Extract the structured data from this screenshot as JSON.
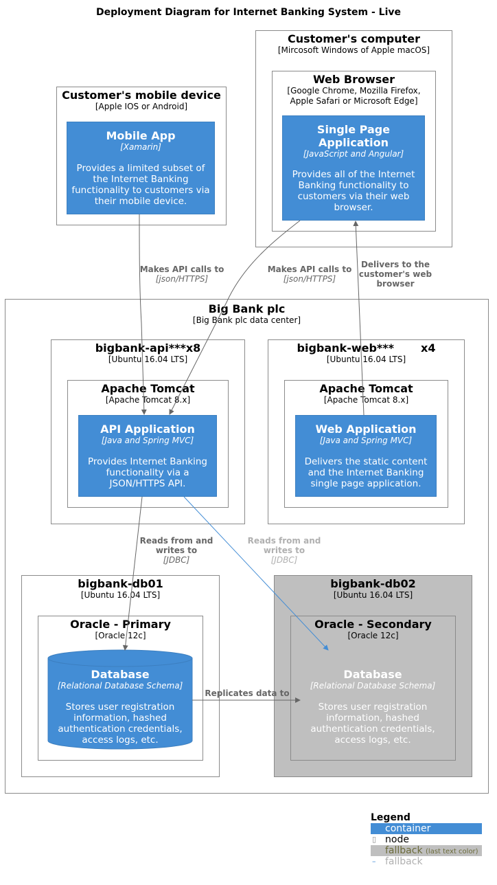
{
  "title": "Deployment Diagram for Internet Banking System - Live",
  "nodes": {
    "customer_computer": {
      "title": "Customer's computer",
      "tech": "[Mircosoft Windows of Apple macOS]"
    },
    "web_browser": {
      "title": "Web Browser",
      "tech1": "[Google Chrome, Mozilla Firefox,",
      "tech2": "Apple Safari or Microsoft Edge]"
    },
    "mobile_device": {
      "title": "Customer's mobile device",
      "tech": "[Apple IOS or Android]"
    },
    "big_bank": {
      "title": "Big Bank plc",
      "tech": "[Big Bank plc data center]"
    },
    "api_server": {
      "title": "bigbank-api***x8",
      "tech": "[Ubuntu 16.04 LTS]"
    },
    "api_tomcat": {
      "title": "Apache Tomcat",
      "tech": "[Apache Tomcat 8.x]"
    },
    "web_server": {
      "title": "bigbank-web***       x4",
      "tech": "[Ubuntu 16.04 LTS]"
    },
    "web_tomcat": {
      "title": "Apache Tomcat",
      "tech": "[Apache Tomcat 8.x]"
    },
    "db01": {
      "title": "bigbank-db01",
      "tech": "[Ubuntu 16.04 LTS]"
    },
    "oracle_primary": {
      "title": "Oracle - Primary",
      "tech": "[Oracle 12c]"
    },
    "db02": {
      "title": "bigbank-db02",
      "tech": "[Ubuntu 16.04 LTS]"
    },
    "oracle_secondary": {
      "title": "Oracle - Secondary",
      "tech": "[Oracle 12c]"
    }
  },
  "containers": {
    "mobile_app": {
      "title": "Mobile App",
      "tech": "[Xamarin]",
      "desc": "Provides a limited subset of the Internet Banking functionality to customers via their mobile device."
    },
    "spa": {
      "title": "Single Page Application",
      "tech": "[JavaScript and Angular]",
      "desc": "Provides all of the Internet Banking functionality to customers via their web browser."
    },
    "api_app": {
      "title": "API Application",
      "tech": "[Java and Spring MVC]",
      "desc": "Provides Internet Banking functionality via a JSON/HTTPS API."
    },
    "web_app": {
      "title": "Web Application",
      "tech": "[Java and Spring MVC]",
      "desc": "Delivers the static content and the Internet Banking single page application."
    },
    "db_primary": {
      "title": "Database",
      "tech": "[Relational Database Schema]",
      "desc": "Stores user registration information, hashed authentication credentials, access logs, etc."
    },
    "db_secondary": {
      "title": "Database",
      "tech": "[Relational Database Schema]",
      "desc": "Stores user registration information, hashed authentication credentials, access logs, etc."
    }
  },
  "edges": {
    "mobile_api": {
      "label": "Makes API calls to",
      "tech": "[json/HTTPS]"
    },
    "spa_api": {
      "label": "Makes API calls to",
      "tech": "[json/HTTPS]"
    },
    "web_spa": {
      "label1": "Delivers to the",
      "label2": "customer's web",
      "label3": "browser"
    },
    "api_db1": {
      "label1": "Reads from and",
      "label2": "writes to",
      "tech": "[JDBC]"
    },
    "api_db2": {
      "label1": "Reads from and",
      "label2": "writes to",
      "tech": "[JDBC]"
    },
    "replicate": {
      "label": "Replicates data to"
    }
  },
  "legend": {
    "title": "Legend",
    "items": [
      {
        "label": "container",
        "color": "#438dd5"
      },
      {
        "label": "node",
        "color": "#ffffff"
      },
      {
        "label": "fallback",
        "note": "(last text color)",
        "color": "#bfbfbf"
      },
      {
        "label": "fallback",
        "color": "#b0b0b0"
      }
    ]
  },
  "colors": {
    "container": "#438dd5",
    "node_border": "#8a8a8a",
    "fallback_bg": "#bfbfbf",
    "edge": "#666666",
    "edge_blue": "#438dd5"
  }
}
